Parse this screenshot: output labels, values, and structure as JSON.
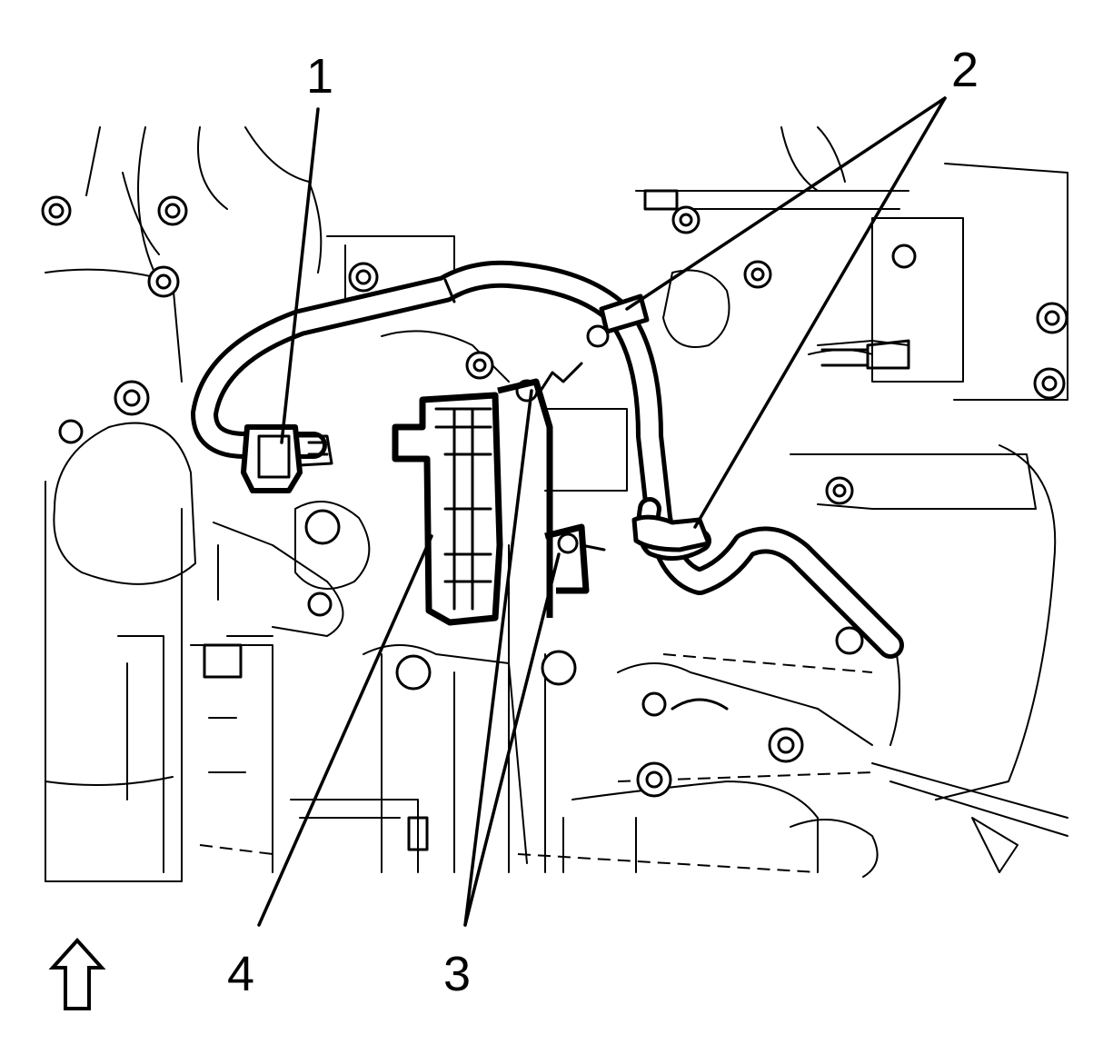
{
  "callouts": {
    "c1": "1",
    "c2": "2",
    "c3": "3",
    "c4": "4"
  },
  "orientation_arrow": "up-arrow-icon"
}
